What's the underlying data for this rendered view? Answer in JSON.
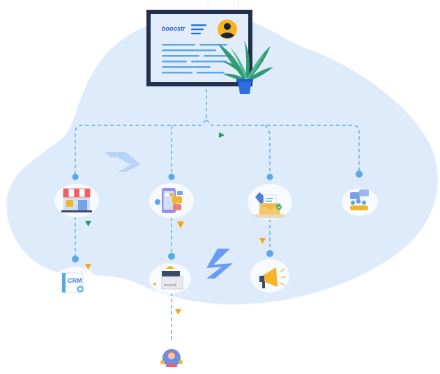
{
  "monitor": {
    "logo_text": "booostr"
  },
  "nodes": {
    "crm_label": "CRM",
    "donate_label": "DONATE"
  },
  "colors": {
    "blob": "#deebfb",
    "blob_light": "#eaf2fd",
    "dashed_line": "#5aa9e6",
    "node_dot": "#5aa9e6",
    "arrow_orange": "#f5a516",
    "arrow_green": "#1f9a6b",
    "monitor_frame": "#21304f",
    "monitor_screen": "#e2ecfa",
    "chevron": "#b8d3f6",
    "bolt": "#6a9df2",
    "plant_leaf": "#2e9b74",
    "pot": "#2d6fe0"
  },
  "icons": [
    "storefront-icon",
    "mobile-apps-icon",
    "mail-envelope-icon",
    "team-chat-icon",
    "crm-icon",
    "donation-box-icon",
    "megaphone-icon",
    "support-agent-icon"
  ]
}
